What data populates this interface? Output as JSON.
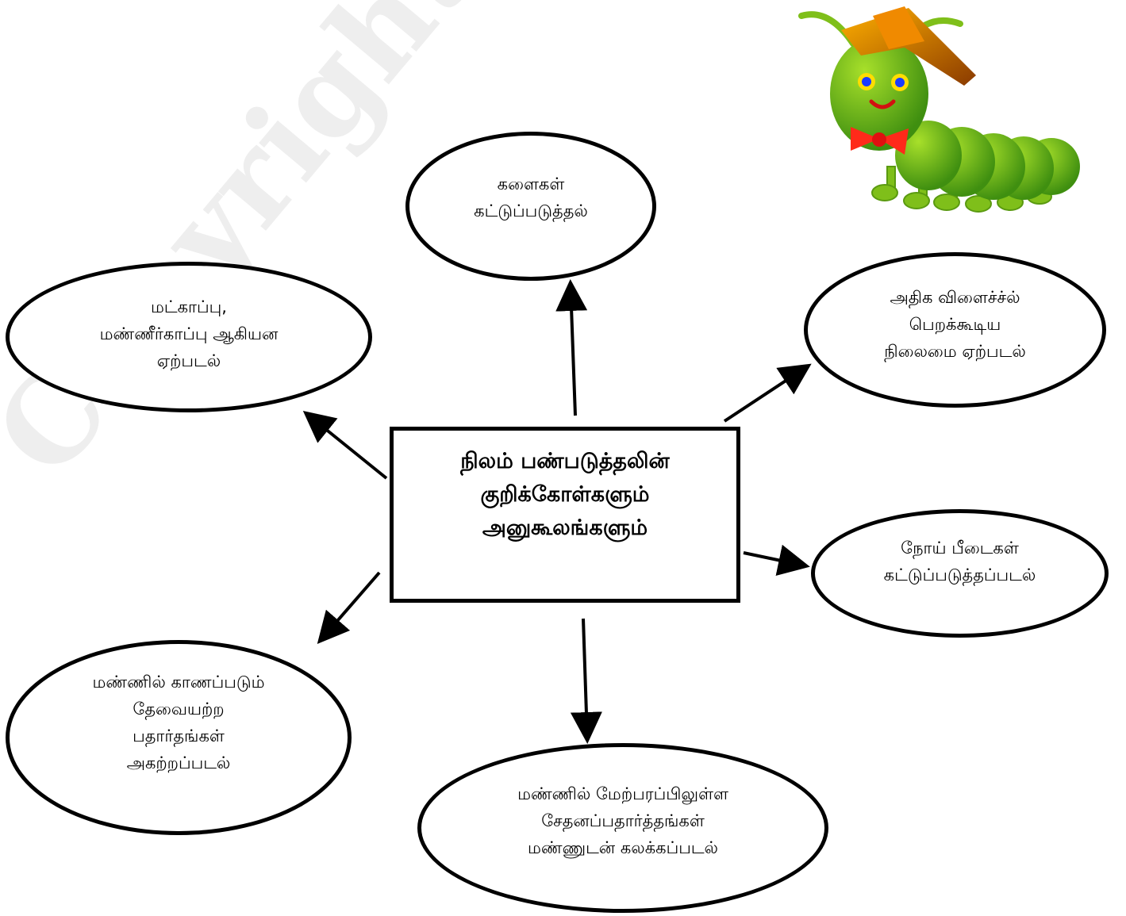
{
  "watermark": "Copyright C www.aksalai",
  "center": {
    "text": "நிலம் பண்படுத்தலின்\nகுறிக்கோள்களும்\nஅனுகூலங்களும்"
  },
  "nodes": [
    {
      "id": "weeds",
      "text": "களைகள்\nகட்டுப்படுத்தல்"
    },
    {
      "id": "erosion",
      "text": "மட்காப்பு,\nமண்ணீர்காப்பு ஆகியன\nஏற்படல்"
    },
    {
      "id": "yield",
      "text": "அதிக விளைச்ச்ல்\nபெறக்கூடிய\nநிலைமை ஏற்படல்"
    },
    {
      "id": "pests",
      "text": "நோய் பீடைகள்\nகட்டுப்படுத்தப்படல்"
    },
    {
      "id": "unwanted",
      "text": "மண்ணில் காணப்படும்\nதேவையற்ற\nபதார்தங்கள்\nஅகற்றப்படல்"
    },
    {
      "id": "organic",
      "text": "மண்ணில் மேற்பரப்பிலுள்ள\nசேதனப்பதார்த்தங்கள்\nமண்ணுடன் கலக்கப்படல்"
    }
  ],
  "mascot": {
    "icon": "caterpillar-icon",
    "body_color": "#7fbf1a",
    "hat_color": "#f08a00",
    "bow_color": "#ff2a1a"
  }
}
